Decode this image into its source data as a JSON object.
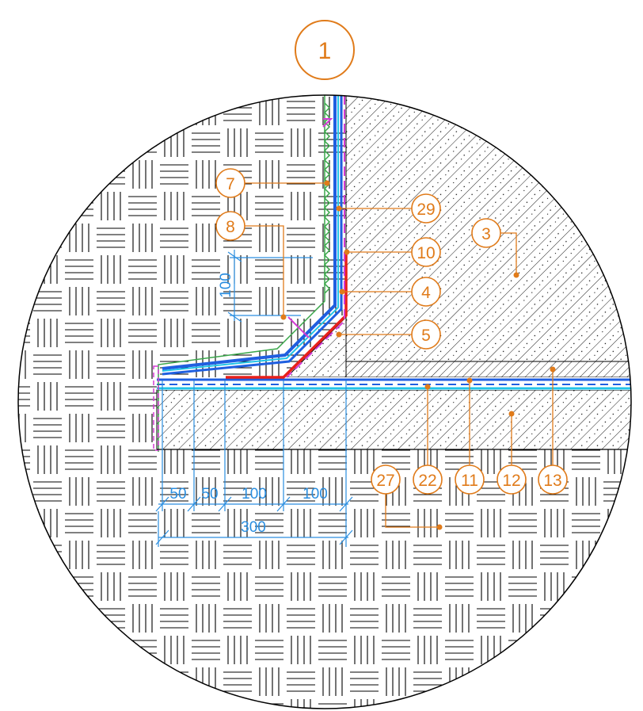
{
  "detail": {
    "number": "1"
  },
  "callouts": [
    {
      "id": "7",
      "label": "7"
    },
    {
      "id": "8",
      "label": "8"
    },
    {
      "id": "29",
      "label": "29"
    },
    {
      "id": "10",
      "label": "10"
    },
    {
      "id": "4",
      "label": "4"
    },
    {
      "id": "5",
      "label": "5"
    },
    {
      "id": "3",
      "label": "3"
    },
    {
      "id": "27",
      "label": "27"
    },
    {
      "id": "22",
      "label": "22"
    },
    {
      "id": "11",
      "label": "11"
    },
    {
      "id": "12",
      "label": "12"
    },
    {
      "id": "13",
      "label": "13"
    }
  ],
  "dimensions": {
    "vertical": "100",
    "horizontal": [
      "50",
      "50",
      "100",
      "100"
    ],
    "total": "300"
  },
  "colors": {
    "callout": "#e07b1a",
    "dimension": "#2a8ee0",
    "membrane_blue": "#1f5fe0",
    "membrane_red": "#e8201a",
    "membrane_cyan": "#22c4e8",
    "protection_green": "#3aa64a",
    "drainage_magenta": "#d43bd4",
    "outline": "#000000"
  }
}
